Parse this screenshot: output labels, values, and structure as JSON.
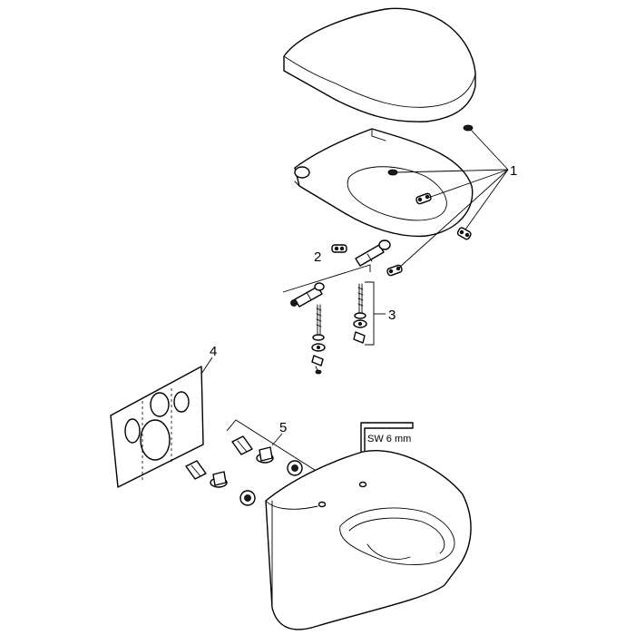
{
  "callouts": [
    {
      "id": "1",
      "label": "1"
    },
    {
      "id": "2",
      "label": "2"
    },
    {
      "id": "3",
      "label": "3"
    },
    {
      "id": "4",
      "label": "4"
    },
    {
      "id": "5",
      "label": "5"
    }
  ],
  "tool_label": "SW 6 mm"
}
